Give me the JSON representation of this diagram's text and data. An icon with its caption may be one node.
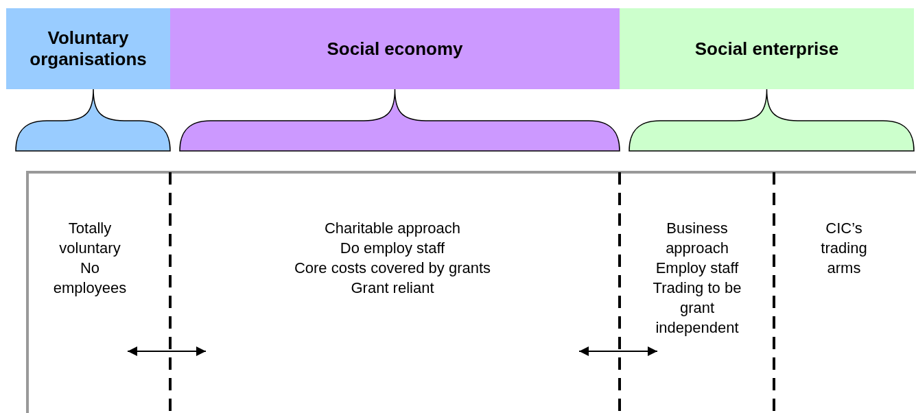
{
  "diagram": {
    "nodes": [
      {
        "text": [
          "Voluntary organisations"
        ]
      },
      {
        "text": [
          "Social economy"
        ]
      },
      {
        "text": [
          "Social enterprise"
        ]
      },
      {
        "text": [
          "Totally voluntary",
          "No employees"
        ]
      },
      {
        "text": [
          "Charitable approach",
          "Do employ staff",
          "Core costs covered by grants",
          "Grant reliant"
        ]
      },
      {
        "text": [
          "Business approach",
          "Employ staff",
          "Trading to be grant independent"
        ]
      },
      {
        "text": [
          "CIC’s trading arms"
        ]
      }
    ]
  }
}
